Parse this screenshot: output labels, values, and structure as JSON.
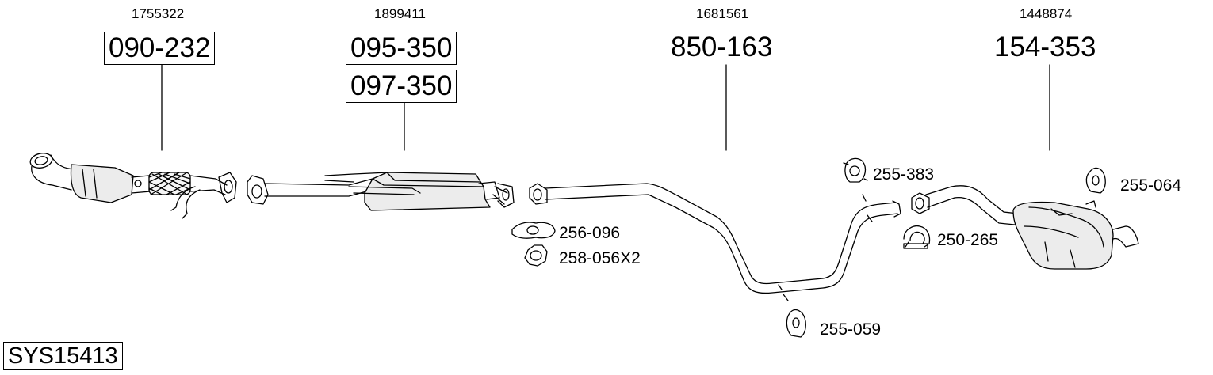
{
  "system_code": "SYS15413",
  "groups": [
    {
      "oem": "1755322",
      "parts": [
        "090-232"
      ]
    },
    {
      "oem": "1899411",
      "parts": [
        "095-350",
        "097-350"
      ]
    },
    {
      "oem": "1681561",
      "parts": [
        "850-163"
      ]
    },
    {
      "oem": "1448874",
      "parts": [
        "154-353"
      ]
    }
  ],
  "accessories": {
    "gasket": "256-096",
    "nut": "258-056X2",
    "rubber_mount_front": "255-383",
    "rubber_mount_rear": "255-064",
    "clamp": "250-265",
    "hanger_mid": "255-059"
  }
}
